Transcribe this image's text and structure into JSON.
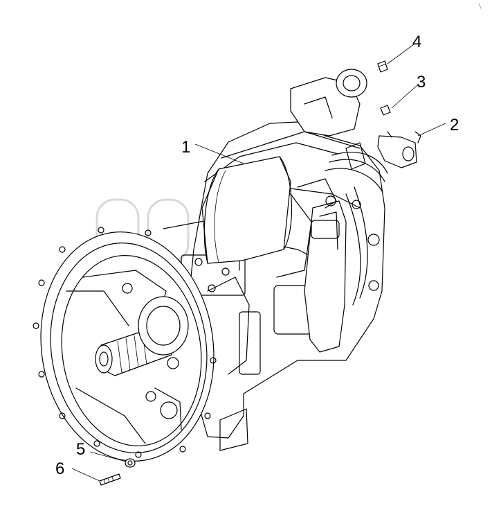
{
  "callouts": {
    "p1": "1",
    "p2": "2",
    "p3": "3",
    "p4": "4",
    "p5": "5",
    "p6": "6"
  },
  "corner_mark": "∖"
}
